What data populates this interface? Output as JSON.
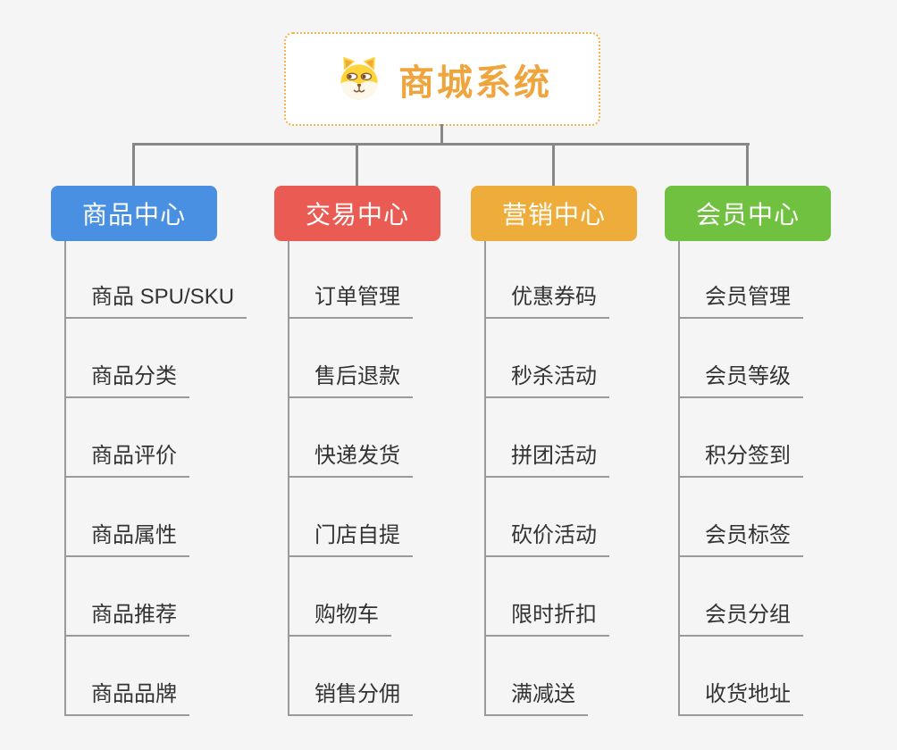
{
  "root": {
    "title": "商城系统",
    "icon": "dog-face-icon"
  },
  "colors": {
    "background": "#f5f5f5",
    "connector-line": "#878787",
    "leaf-line": "#9a9a9a",
    "leaf-text": "#333333",
    "root-title": "#efa53d",
    "root-border": "#f2b34f"
  },
  "branches": [
    {
      "label": "商品中心",
      "color": "#4a90e2",
      "children": [
        "商品 SPU/SKU",
        "商品分类",
        "商品评价",
        "商品属性",
        "商品推荐",
        "商品品牌"
      ]
    },
    {
      "label": "交易中心",
      "color": "#e95b53",
      "children": [
        "订单管理",
        "售后退款",
        "快递发货",
        "门店自提",
        "购物车",
        "销售分佣"
      ]
    },
    {
      "label": "营销中心",
      "color": "#eead3b",
      "children": [
        "优惠券码",
        "秒杀活动",
        "拼团活动",
        "砍价活动",
        "限时折扣",
        "满减送"
      ]
    },
    {
      "label": "会员中心",
      "color": "#70c140",
      "children": [
        "会员管理",
        "会员等级",
        "积分签到",
        "会员标签",
        "会员分组",
        "收货地址"
      ]
    }
  ]
}
